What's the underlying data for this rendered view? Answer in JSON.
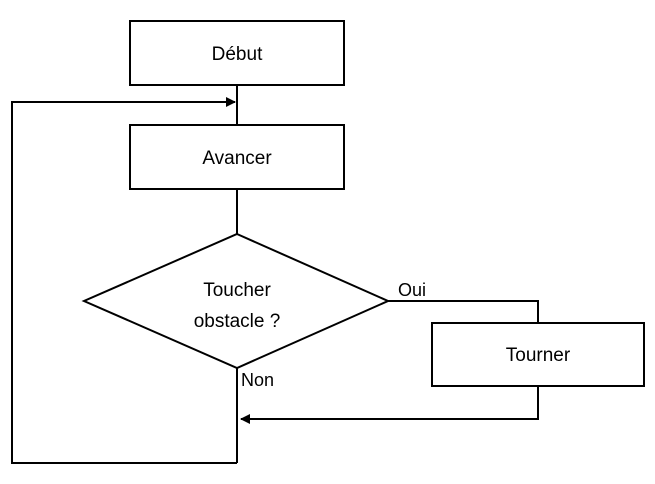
{
  "diagram": {
    "nodes": {
      "start": {
        "label": "Début"
      },
      "advance": {
        "label": "Avancer"
      },
      "decision": {
        "label_line1": "Toucher",
        "label_line2": "obstacle ?"
      },
      "turn": {
        "label": "Tourner"
      }
    },
    "edges": {
      "yes_label": "Oui",
      "no_label": "Non"
    }
  }
}
